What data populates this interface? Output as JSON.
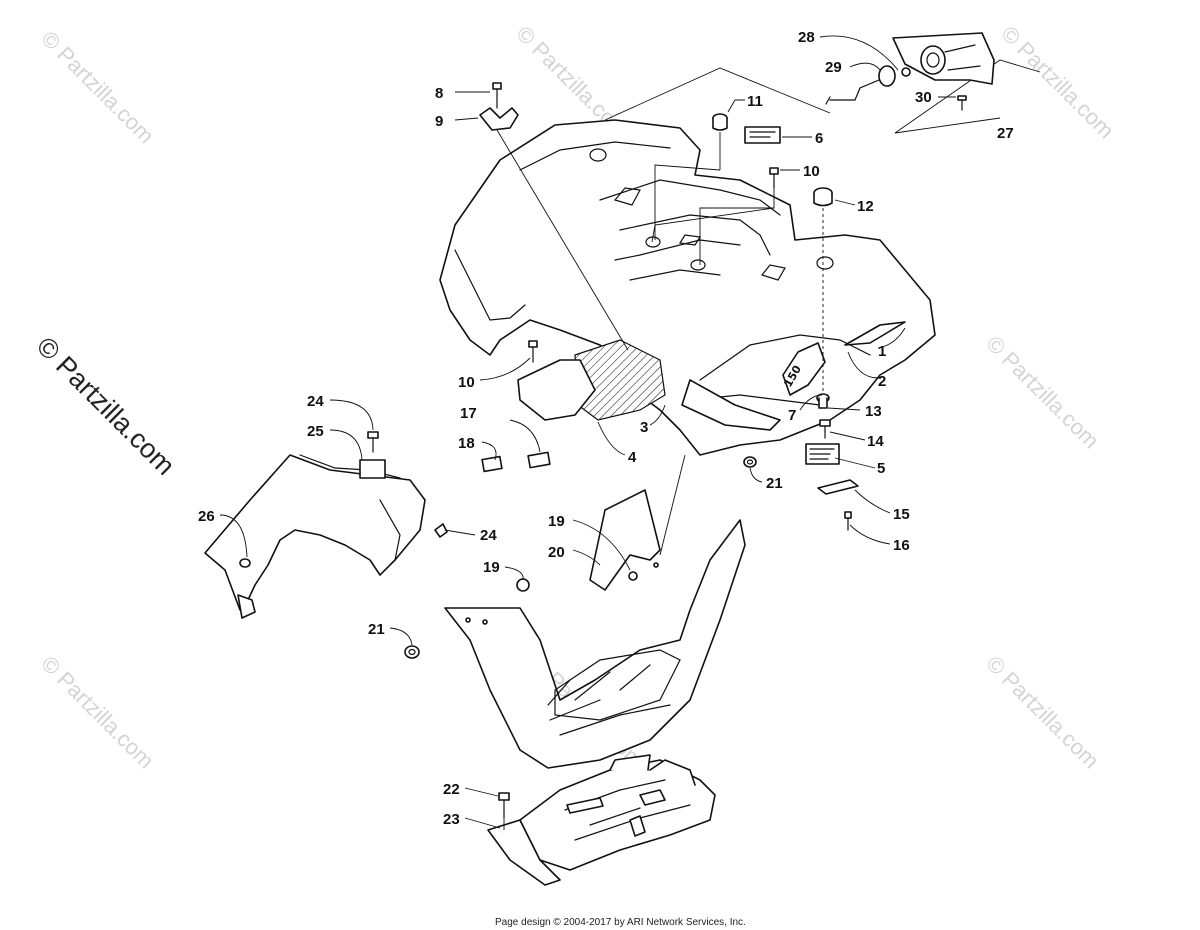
{
  "watermark": {
    "text": "© Partzilla.com",
    "big_text": "© Partzilla.com"
  },
  "footer": {
    "text": "Page design © 2004-2017 by ARI Network Services, Inc."
  },
  "decal_text": "150",
  "callouts": [
    "1",
    "2",
    "3",
    "4",
    "5",
    "6",
    "7",
    "8",
    "9",
    "10",
    "10",
    "11",
    "12",
    "13",
    "14",
    "15",
    "16",
    "17",
    "18",
    "19",
    "19",
    "20",
    "21",
    "21",
    "22",
    "23",
    "24",
    "24",
    "25",
    "26",
    "27",
    "28",
    "29",
    "30"
  ]
}
